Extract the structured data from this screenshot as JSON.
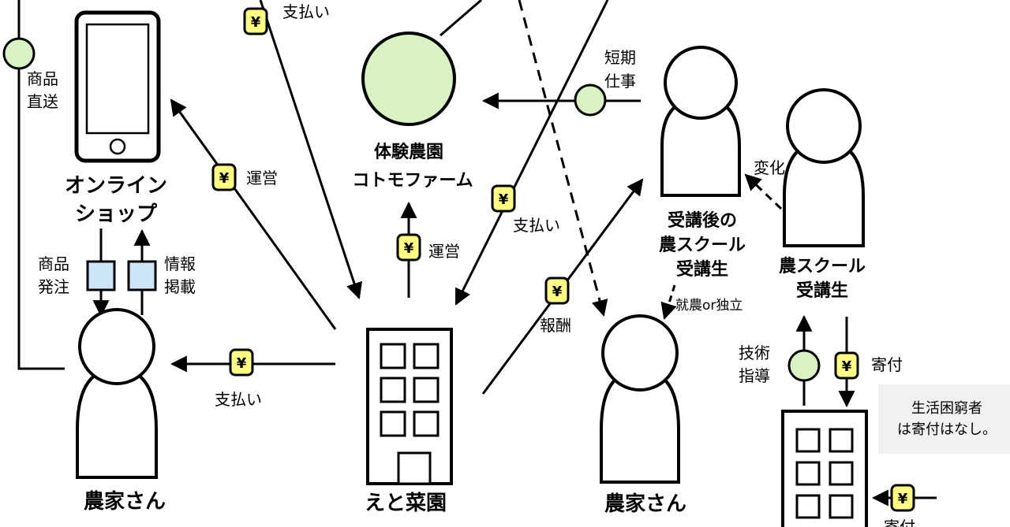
{
  "nodes": {
    "online_shop": [
      "オンライン",
      "ショップ"
    ],
    "farm": [
      "体験農園",
      "コトモファーム"
    ],
    "etosaien": "えと菜園",
    "farmer_left": "農家さん",
    "farmer_mid": "農家さん",
    "after_student": [
      "受講後の",
      "農スクール",
      "受講生"
    ],
    "student": [
      "農スクール",
      "受講生"
    ]
  },
  "labels": {
    "payment_top": "支払い",
    "product_direct": [
      "商品",
      "直送"
    ],
    "operation_shop": "運営",
    "operation_farm": "運営",
    "payment_mid": "支払い",
    "short_job": [
      "短期",
      "仕事"
    ],
    "order": [
      "商品",
      "発注"
    ],
    "info": [
      "情報",
      "掲載"
    ],
    "payment_bottom": "支払い",
    "reward": "報酬",
    "change": "変化",
    "employ": "就農or独立",
    "tech": [
      "技術",
      "指導"
    ],
    "donation": "寄付",
    "donation_bottom": "寄付"
  },
  "note": [
    "生活困窮者",
    "は寄付はなし。"
  ],
  "symbols": {
    "yen": "¥"
  },
  "colors": {
    "money_badge": "#ffff80",
    "service_circle": "#d9f2c2",
    "doc_box": "#cce5f7",
    "note_bg": "#f1f1f1"
  }
}
